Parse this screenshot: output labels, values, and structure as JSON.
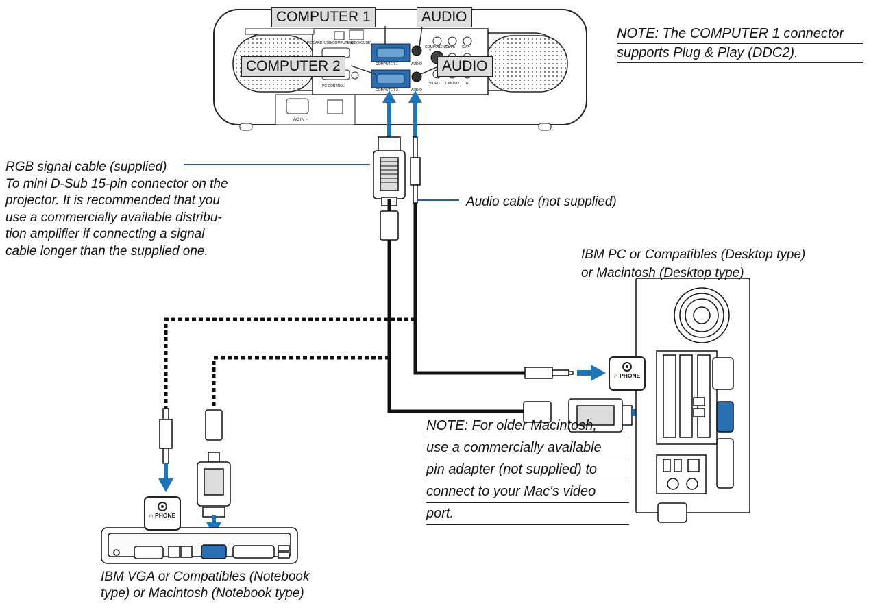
{
  "notes": {
    "top": [
      "NOTE: The COMPUTER 1 connector",
      "supports Plug & Play (DDC2)."
    ],
    "bottom": [
      "NOTE: For older Macintosh,",
      "use a commercially available",
      "pin adapter (not supplied) to",
      "connect to your Mac's video",
      "port."
    ]
  },
  "labels": {
    "rgb_cable": [
      "RGB signal cable (supplied)",
      "To mini D-Sub 15-pin connector on the",
      "projector. It is recommended that you",
      "use a commercially available distribu-",
      "tion amplifier if connecting a signal",
      "cable longer than the supplied one."
    ],
    "audio_cable": "Audio cable (not supplied)",
    "desktop": [
      "IBM PC or Compatibles (Desktop type)",
      "or Macintosh (Desktop type)"
    ],
    "notebook": [
      "IBM VGA or Compatibles (Notebook",
      "type) or Macintosh (Notebook type)"
    ]
  },
  "projector": {
    "ports": {
      "computer1": "COMPUTER 1",
      "audio1": "AUDIO",
      "computer2": "COMPUTER 2",
      "audio2": "AUDIO"
    },
    "small_labels": {
      "pc_card": "PC CARD",
      "usb_computer": "USB(COMPUTER)",
      "usb_mouse": "USB(MOUSE)",
      "pc_control": "PC CONTROL",
      "component": "COMPONENT",
      "y": "Y",
      "cb_pb": "Cb/Pb",
      "cr_pr": "Cr/Pr",
      "computer_1_small": "COMPUTER 1",
      "computer_2_small": "COMPUTER 2",
      "audio_small": "AUDIO",
      "video": "VIDEO",
      "l_mono": "L/MONO",
      "r": "R",
      "ac_in": "AC IN ~"
    }
  },
  "phone": {
    "label": "PHONE"
  },
  "colors": {
    "arrow": "#1f74b8",
    "cable": "#111111"
  }
}
